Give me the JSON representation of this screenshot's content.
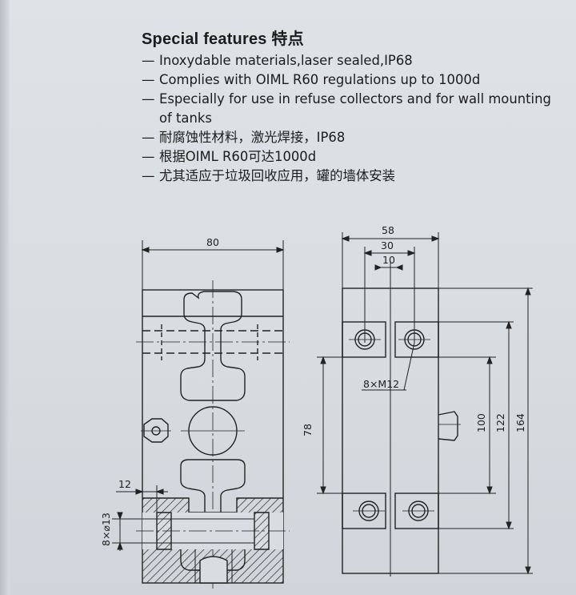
{
  "section": {
    "title": "Special features 特点"
  },
  "features": [
    {
      "dash": "—",
      "text": "Inoxydable materials,laser sealed,IP68"
    },
    {
      "dash": "—",
      "text": "Complies with OIML R60 regulations up to 1000d"
    },
    {
      "dash": "—",
      "text": "Especially for use in refuse collectors and for wall mounting of tanks"
    },
    {
      "dash": "—",
      "text": "耐腐蚀性材料，激光焊接，IP68"
    },
    {
      "dash": "—",
      "text": "根据OIML R60可达1000d"
    },
    {
      "dash": "—",
      "text": "尤其适应于垃圾回收应用，罐的墙体安装"
    }
  ],
  "drawing": {
    "left_view": {
      "width_label": "80",
      "offset_label": "12",
      "hole_label": "8×⌀13"
    },
    "right_view": {
      "width_label": "58",
      "inner_width_label": "30",
      "center_offset_label": "10",
      "thread_label": "8×M12",
      "height_label_78": "78",
      "height_label_100": "100",
      "height_label_122": "122",
      "height_label_164": "164"
    }
  }
}
